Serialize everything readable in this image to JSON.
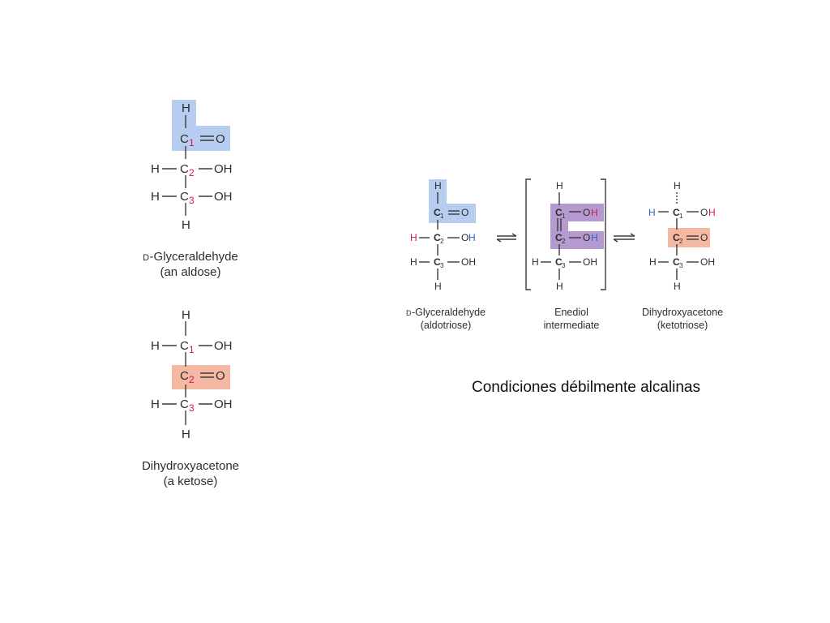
{
  "structures": {
    "glyceraldehyde": {
      "atoms": {
        "h_top": "H",
        "c1": "C",
        "c1_sub": "1",
        "o1": "O",
        "h2": "H",
        "c2": "C",
        "c2_sub": "2",
        "oh2": "OH",
        "h3": "H",
        "c3": "C",
        "c3_sub": "3",
        "oh3": "OH",
        "h_bottom": "H"
      },
      "caption_prefix": "D",
      "caption_name": "-Glyceraldehyde",
      "caption_sub": "(an aldose)",
      "highlight_color": "#b7cdef"
    },
    "dihydroxyacetone": {
      "atoms": {
        "h_top": "H",
        "h1": "H",
        "c1": "C",
        "c1_sub": "1",
        "oh1": "OH",
        "c2": "C",
        "c2_sub": "2",
        "o2": "O",
        "h3": "H",
        "c3": "C",
        "c3_sub": "3",
        "oh3": "OH",
        "h_bottom": "H"
      },
      "caption_name": "Dihydroxyacetone",
      "caption_sub": "(a ketose)",
      "highlight_color": "#f5b9a3"
    }
  },
  "reaction": {
    "aldotriose": {
      "caption_prefix": "D",
      "caption_name": "-Glyceraldehyde",
      "caption_sub": "(aldotriose)"
    },
    "enediol": {
      "caption_name": "Enediol",
      "caption_sub": "intermediate",
      "highlight_color": "#b59ad0"
    },
    "ketotriose": {
      "caption_name": "Dihydroxyacetone",
      "caption_sub": "(ketotriose)"
    },
    "labels": {
      "H": "H",
      "C": "C",
      "O": "O",
      "OH": "OH",
      "O_red": "O",
      "H_blue": "H",
      "H_red": "H",
      "sub1": "1",
      "sub2": "2",
      "sub3": "3"
    },
    "colors": {
      "red_atom": "#d4145a",
      "blue_atom": "#2b5fcf",
      "aldehyde_highlight": "#b7cdef",
      "ketone_highlight": "#f5b9a3"
    }
  },
  "condition_text": "Condiciones débilmente alcalinas"
}
